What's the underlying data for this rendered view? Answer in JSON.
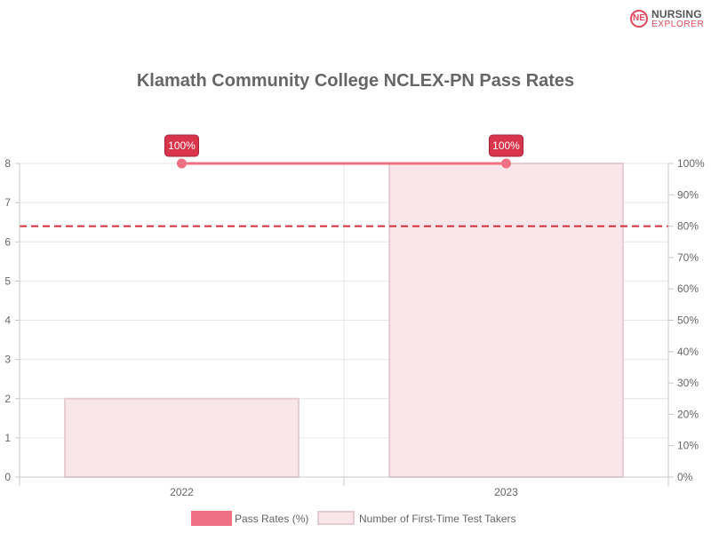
{
  "brand": {
    "line1": "NURSING",
    "line2": "EXPLORER",
    "badge": "NE"
  },
  "chart_data": {
    "type": "bar",
    "title": "Klamath Community College NCLEX-PN Pass Rates",
    "categories": [
      "2022",
      "2023"
    ],
    "series": [
      {
        "name": "Pass Rates (%)",
        "type": "line",
        "axis": "right",
        "values": [
          100,
          100
        ],
        "data_labels": [
          "100%",
          "100%"
        ],
        "color": "#f07083",
        "label_color": "#d8344c"
      },
      {
        "name": "Number of First-Time Test Takers",
        "type": "bar",
        "axis": "left",
        "values": [
          2,
          8
        ],
        "color": "#f8e6ea",
        "border_color": "#e6ccd2"
      }
    ],
    "left_axis": {
      "min": 0,
      "max": 8,
      "ticks": [
        "0",
        "1",
        "2",
        "3",
        "4",
        "5",
        "6",
        "7",
        "8"
      ]
    },
    "right_axis": {
      "min": 0,
      "max": 100,
      "ticks": [
        "0%",
        "10%",
        "20%",
        "30%",
        "40%",
        "50%",
        "60%",
        "70%",
        "80%",
        "90%",
        "100%"
      ]
    },
    "reference_line": {
      "axis": "right",
      "value": 80,
      "color": "#d32f3a",
      "style": "dashed"
    },
    "grid": true,
    "legend_position": "bottom"
  }
}
